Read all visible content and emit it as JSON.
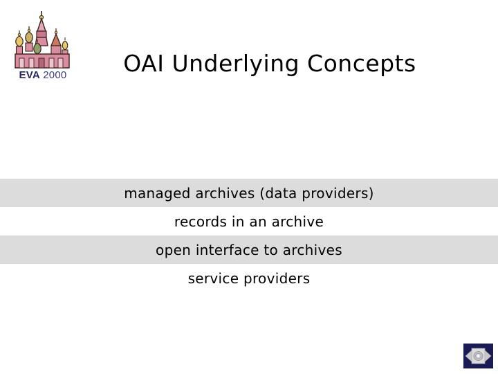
{
  "slide": {
    "title": "OAI Underlying Concepts",
    "background_color": "#ffffff",
    "band_color": "#dcdcdc",
    "text_color": "#000000"
  },
  "logo": {
    "icon_name": "st-basils-cathedral-logo",
    "caption_primary": "EVA",
    "caption_secondary": "2000",
    "caption_full": "EVA 2000",
    "caption_color": "#2e2e6e",
    "dome_color": "#d98da0",
    "outline_color": "#4a2a1e"
  },
  "concepts": [
    {
      "label": "managed archives (data providers)",
      "banded": true
    },
    {
      "label": "records in an archive",
      "banded": false
    },
    {
      "label": "open interface to archives",
      "banded": true
    },
    {
      "label": "service providers",
      "banded": false
    }
  ],
  "nav": {
    "icon_name": "navigation-eye-icon",
    "background_color": "#1b1b54",
    "glyph_color": "#c9c9cd"
  }
}
